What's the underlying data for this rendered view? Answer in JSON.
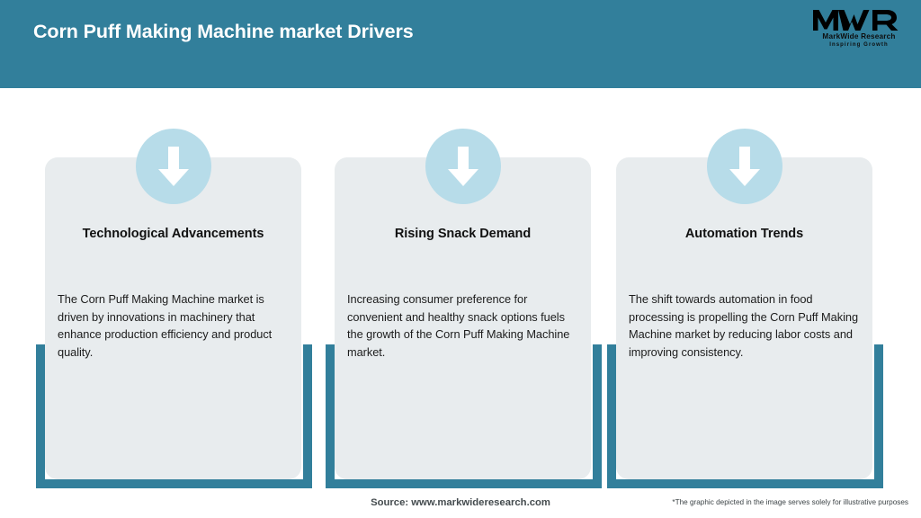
{
  "header": {
    "title": "Corn Puff Making Machine market Drivers",
    "bg_color": "#327f9b",
    "title_color": "#ffffff"
  },
  "logo": {
    "mark": "MWR",
    "name": "MarkWide Research",
    "tagline": "Inspiring Growth"
  },
  "theme": {
    "accent_teal": "#327f9b",
    "card_bg": "#e8ecee",
    "icon_circle": "#b7dce9",
    "icon_arrow": "#ffffff"
  },
  "cards": [
    {
      "icon": "arrow-down-icon",
      "title": "Technological Advancements",
      "body": "The Corn Puff Making Machine market is driven by innovations in machinery that enhance production efficiency and product quality."
    },
    {
      "icon": "arrow-down-icon",
      "title": "Rising Snack Demand",
      "body": "Increasing consumer preference for convenient and healthy snack options fuels the growth of the Corn Puff Making Machine market."
    },
    {
      "icon": "arrow-down-icon",
      "title": "Automation Trends",
      "body": "The shift towards automation in food processing is propelling the Corn Puff Making Machine market by reducing labor costs and improving consistency."
    }
  ],
  "footer": {
    "source": "Source: www.markwideresearch.com",
    "disclaimer": "*The graphic depicted in the image serves solely for illustrative purposes"
  }
}
